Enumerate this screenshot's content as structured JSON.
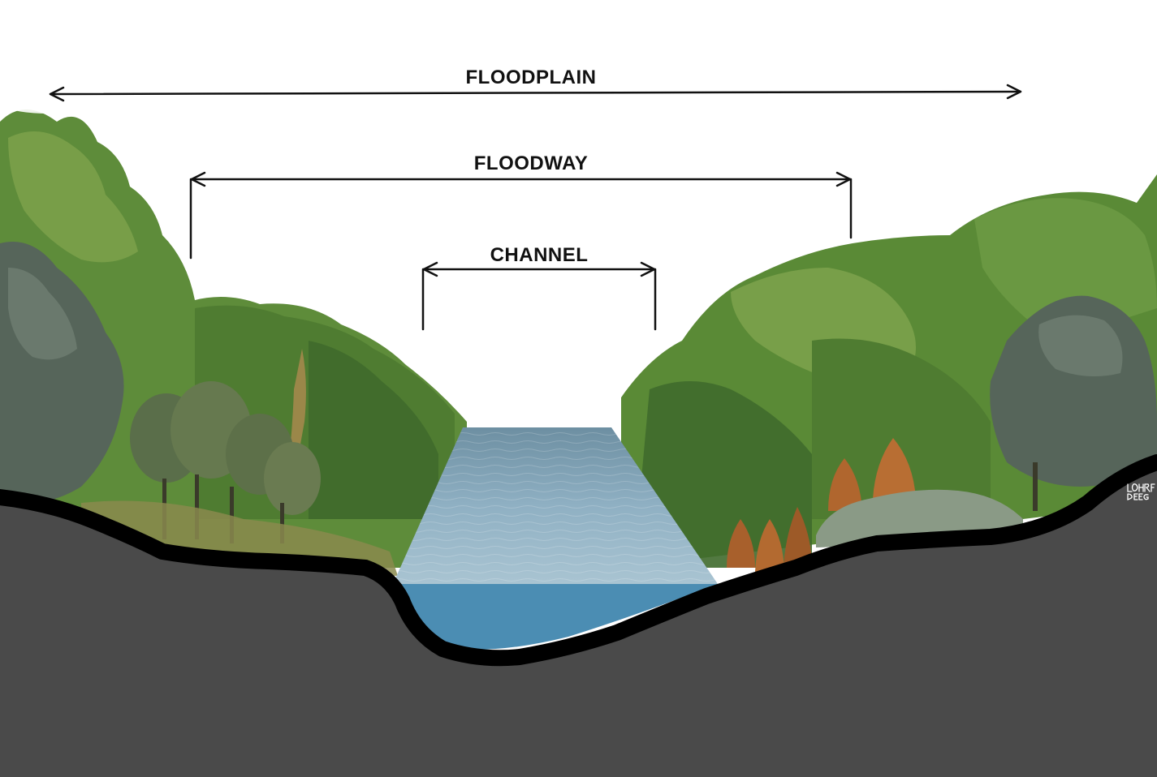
{
  "labels": {
    "floodplain": "FLOODPLAIN",
    "floodway": "FLOODWAY",
    "channel": "CHANNEL"
  },
  "artist_signature": "LOHREN DEEG",
  "colors": {
    "ground": "#4a4a4a",
    "ground_outline": "#000000",
    "water_section": "#4b8db3",
    "water_surface": "#8fb0c3",
    "foliage_dark": "#3f6a2c",
    "foliage_mid": "#5e8c3a",
    "foliage_light": "#8ab05a",
    "foliage_gray": "#56655a",
    "foliage_autumn": "#b0662e",
    "dimension_line": "#111111",
    "sky": "#ffffff"
  }
}
